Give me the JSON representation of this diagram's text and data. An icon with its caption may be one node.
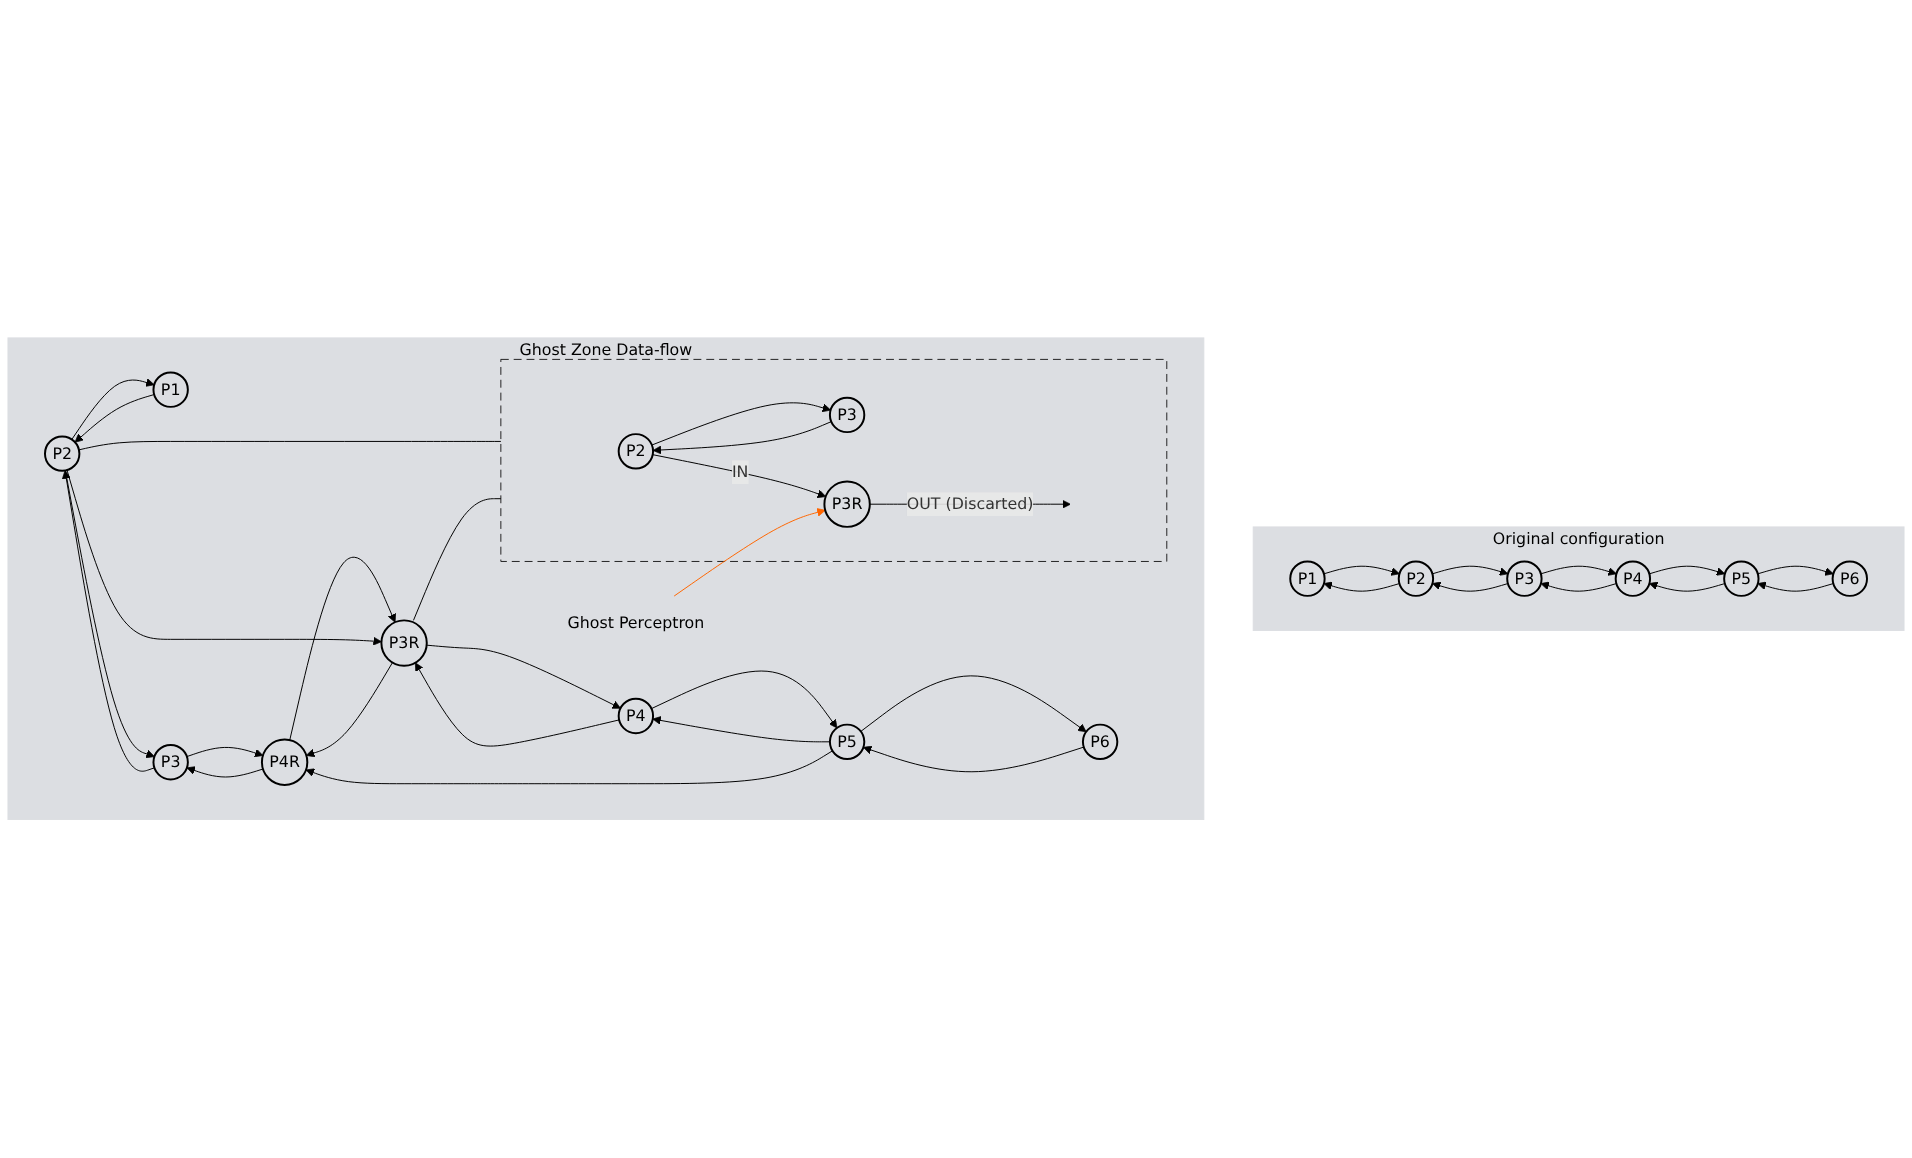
{
  "diagram": {
    "nodes": [
      {
        "text": [
          "Original configuration"
        ]
      },
      {
        "text": [
          "P1"
        ],
        "in": 0
      },
      {
        "text": [
          "P2"
        ],
        "in": 0
      },
      {
        "text": [
          "P3"
        ],
        "in": 0
      },
      {
        "text": [
          "P4"
        ],
        "in": 0
      },
      {
        "text": [
          "P5"
        ],
        "in": 0
      },
      {
        "text": [
          "P6"
        ],
        "in": 0
      },
      {
        "text": [
          "Ghost Zone Data-flow"
        ]
      },
      {
        "text": [
          "P1"
        ],
        "in": 7
      },
      {
        "text": [
          "P2"
        ],
        "in": 7
      },
      {
        "text": [
          "P3"
        ],
        "in": 7
      },
      {
        "text": [
          "P4R"
        ],
        "in": 7
      },
      {
        "text": [
          "P3R"
        ],
        "in": 7
      },
      {
        "text": [
          "P4"
        ],
        "in": 7
      },
      {
        "text": [
          "P5"
        ],
        "in": 7
      },
      {
        "text": [
          "P6"
        ],
        "in": 7
      },
      {
        "text": [],
        "shape": "box",
        "in": 7
      },
      {
        "text": [
          "P2"
        ],
        "in": 16
      },
      {
        "text": [
          "P3"
        ],
        "in": 16
      },
      {
        "text": [
          "P3R"
        ],
        "in": 16
      },
      {
        "text": [
          "Ghost Perceptron"
        ],
        "in": 7
      }
    ],
    "edges": [
      {
        "from": 2,
        "to": 1,
        "arrow": "to"
      },
      {
        "from": 1,
        "to": 2,
        "arrow": "to"
      },
      {
        "from": 3,
        "to": 2,
        "arrow": "to"
      },
      {
        "from": 2,
        "to": 3,
        "arrow": "to"
      },
      {
        "from": 4,
        "to": 3,
        "arrow": "to"
      },
      {
        "from": 3,
        "to": 4,
        "arrow": "to"
      },
      {
        "from": 5,
        "to": 4,
        "arrow": "to"
      },
      {
        "from": 4,
        "to": 5,
        "arrow": "to"
      },
      {
        "from": 6,
        "to": 5,
        "arrow": "to"
      },
      {
        "from": 5,
        "to": 6,
        "arrow": "to"
      },
      {
        "from": 9,
        "to": 8,
        "arrow": "to"
      },
      {
        "from": 8,
        "to": 9,
        "arrow": "to"
      },
      {
        "from": 10,
        "to": 9,
        "arrow": "to"
      },
      {
        "from": 9,
        "to": 10,
        "arrow": "to"
      },
      {
        "from": 11,
        "to": 10,
        "arrow": "to"
      },
      {
        "from": 10,
        "to": 11,
        "arrow": "to"
      },
      {
        "from": 11,
        "to": 12,
        "arrow": "to"
      },
      {
        "from": 12,
        "to": 11,
        "arrow": "to"
      },
      {
        "from": 13,
        "to": 12,
        "arrow": "to"
      },
      {
        "from": 12,
        "to": 13,
        "arrow": "to"
      },
      {
        "from": 14,
        "to": 13,
        "arrow": "to"
      },
      {
        "from": 13,
        "to": 14,
        "arrow": "to"
      },
      {
        "from": 15,
        "to": 14,
        "arrow": "to"
      },
      {
        "from": 14,
        "to": 15,
        "arrow": "to"
      },
      {
        "from": 14,
        "to": 11,
        "arrow": "to"
      },
      {
        "from": 9,
        "to": 12,
        "arrow": "to"
      },
      {
        "from": 9,
        "to": 16,
        "arrow": "none"
      },
      {
        "from": 12,
        "to": 16,
        "arrow": "none"
      },
      {
        "from": 18,
        "to": 17,
        "arrow": "to"
      },
      {
        "from": 17,
        "to": 18,
        "arrow": "to"
      },
      {
        "from": 17,
        "to": 19,
        "label": "IN",
        "arrow": "to"
      },
      {
        "from": 19,
        "to": null,
        "label": "OUT (Discarted)",
        "arrow": "to"
      },
      {
        "from": 20,
        "to": 19,
        "arrow": "to",
        "color": "#ff6600"
      }
    ]
  }
}
